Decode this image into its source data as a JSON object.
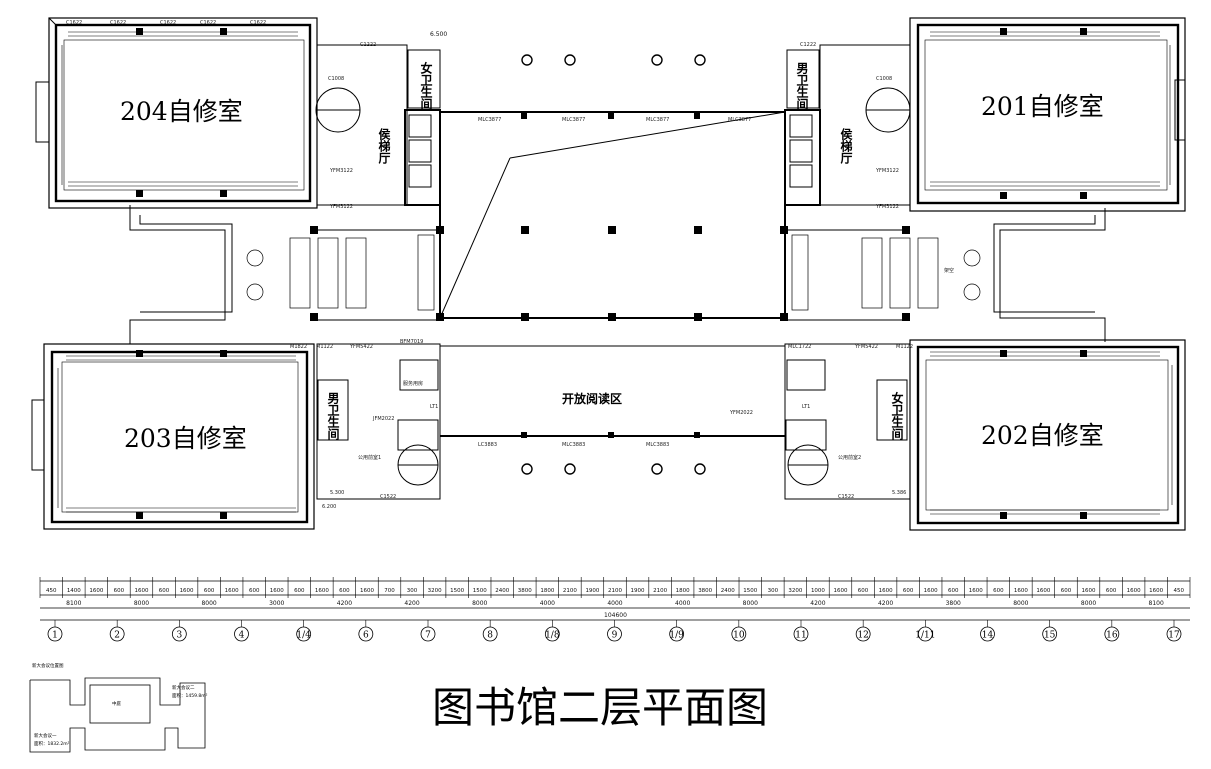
{
  "title": "图书馆二层平面图",
  "rooms": {
    "r204": "204自修室",
    "r201": "201自修室",
    "r203": "203自修室",
    "r202": "202自修室",
    "open_reading": "开放阅读区",
    "elevator_hall_left": "侯梯厅",
    "elevator_hall_right": "侯梯厅",
    "wc_female_left": "女卫生间",
    "wc_male_right": "男卫生间",
    "wc_male_left": "男卫生间",
    "wc_female_right": "女卫生间",
    "service_left": "服务用房",
    "public_left": "公用前室1",
    "public_right": "公用前室2",
    "empty_right": "架空"
  },
  "top_dim": "6.500",
  "annotations": {
    "c1622": "C1622",
    "c1222": "C1222",
    "c1008": "C1008",
    "yfm3122": "YFM3122",
    "mlc3877": "MLC3877",
    "mlc3883": "MLC3883",
    "lc3883": "LC3883",
    "m1122": "M1122",
    "m1822": "M1822",
    "yfm5422": "YFM5422",
    "bfm7019": "BFM7019",
    "mlc1722": "MLC1722",
    "yfm2022": "YFM2022",
    "jfm2022": "JFM2022",
    "lt1": "LT1",
    "c1522": "C1522",
    "dim5300": "5.300",
    "dim5386": "5.386",
    "dim2200": "6.200"
  },
  "dims_row1": [
    "450",
    "1400",
    "1600",
    "600",
    "1600",
    "600",
    "1600",
    "600",
    "1600",
    "600",
    "1600",
    "600",
    "1600",
    "600",
    "1600",
    "700",
    "300",
    "3200",
    "1500",
    "1500",
    "2400",
    "3800",
    "1800",
    "2100",
    "1900",
    "2100",
    "1900",
    "2100",
    "1800",
    "3800",
    "2400",
    "1500",
    "300",
    "3200",
    "1000",
    "1600",
    "600",
    "1600",
    "600",
    "1600",
    "600",
    "1600",
    "600",
    "1600",
    "1600",
    "600",
    "1600",
    "600",
    "1600",
    "1600",
    "450"
  ],
  "dims_row2": [
    "8100",
    "8000",
    "8000",
    "3000",
    "4200",
    "4200",
    "8000",
    "4000",
    "4000",
    "4000",
    "8000",
    "4200",
    "4200",
    "3800",
    "8000",
    "8000",
    "8100"
  ],
  "dims_total": "104600",
  "axes": [
    "1",
    "2",
    "3",
    "4",
    "1/4",
    "6",
    "7",
    "8",
    "1/8",
    "9",
    "1/9",
    "10",
    "11",
    "12",
    "1/11",
    "14",
    "15",
    "16",
    "17"
  ],
  "key_plan": {
    "label_a": "新大会议二",
    "area_a": "面积：1459.8m²",
    "label_b": "新大会议一",
    "area_b": "面积：1832.2m²",
    "center": "中庭",
    "header": "新大会议位置图"
  }
}
